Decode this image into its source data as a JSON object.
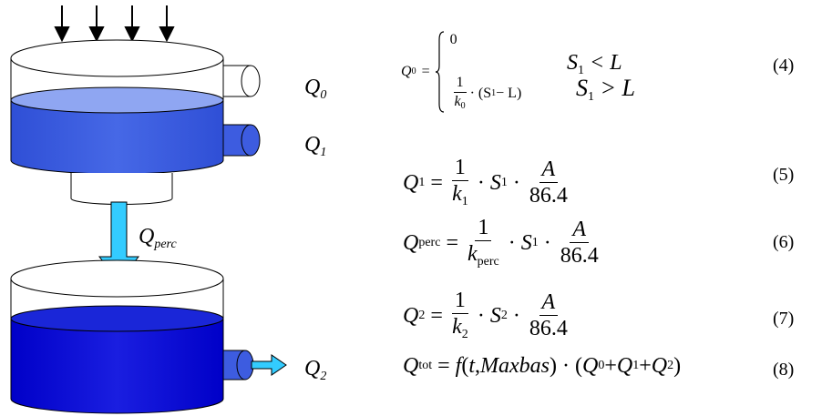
{
  "labels": {
    "q0": {
      "main": "Q",
      "sub": "0"
    },
    "q1": {
      "main": "Q",
      "sub": "1"
    },
    "qperc": {
      "main": "Q",
      "sub": "perc"
    },
    "q2": {
      "main": "Q",
      "sub": "2"
    }
  },
  "equations": {
    "eq4": {
      "lhs": "Q",
      "lhs_sub": "0",
      "case1": "0",
      "case2_num": "1",
      "case2_den": "k",
      "case2_den_sub": "0",
      "case2_tail": "· (S",
      "case2_tail_sub": "1",
      "case2_tail_end": " − L)",
      "cond1": "S",
      "cond1_sub": "1",
      "cond1_rest": " < L",
      "cond2": "S",
      "cond2_sub": "1",
      "cond2_rest": " > L",
      "number": "(4)"
    },
    "eq5": {
      "lhs": "Q",
      "lhs_sub": "1",
      "k": "k",
      "k_sub": "1",
      "s": "S",
      "s_sub": "1",
      "a": "A",
      "den": "86.4",
      "number": "(5)"
    },
    "eq6": {
      "lhs": "Q",
      "lhs_sub": "perc",
      "k": "k",
      "k_sub": "perc",
      "s": "S",
      "s_sub": "1",
      "a": "A",
      "den": "86.4",
      "number": "(6)"
    },
    "eq7": {
      "lhs": "Q",
      "lhs_sub": "2",
      "k": "k",
      "k_sub": "2",
      "s": "S",
      "s_sub": "2",
      "a": "A",
      "den": "86.4",
      "number": "(7)"
    },
    "eq8": {
      "lhs": "Q",
      "lhs_sub": "tot",
      "func": "f",
      "args_open": "(",
      "arg1": "t",
      "comma": ", ",
      "arg2": "Maxbas",
      "args_close": ")",
      "dot": "·",
      "sum_open": "(",
      "t1": "Q",
      "t1_sub": "0",
      "plus1": " + ",
      "t2": "Q",
      "t2_sub": "1",
      "plus2": " + ",
      "t3": "Q",
      "t3_sub": "2",
      "sum_close": ")",
      "number": "(8)"
    },
    "one": "1",
    "equals": "=",
    "times": "·"
  },
  "colors": {
    "water_upper": "#3d5ce0",
    "water_upper_top": "#8fa6f2",
    "water_lower": "#0a14cc",
    "water_lower_top": "#1a26d8",
    "arrow_fill": "#33ccff"
  }
}
